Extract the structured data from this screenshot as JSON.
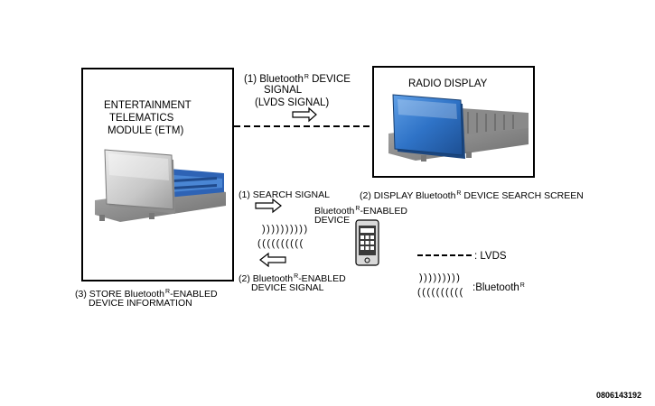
{
  "etm": {
    "title_lines": [
      "ENTERTAINMENT",
      "TELEMATICS",
      "MODULE (ETM)"
    ]
  },
  "radio": {
    "title": "RADIO DISPLAY"
  },
  "registered_mark": "R",
  "signal_top": {
    "line1": "(1) Bluetooth",
    "line1_tail": " DEVICE",
    "line2": "SIGNAL",
    "line3": "(LVDS SIGNAL)"
  },
  "search_signal": {
    "label": "(1) SEARCH SIGNAL"
  },
  "display_search": {
    "prefix": "(2) DISPLAY Bluetooth",
    "tail": " DEVICE SEARCH SCREEN"
  },
  "device": {
    "line1": "Bluetooth",
    "line1_tail": "-ENABLED",
    "line2": "DEVICE"
  },
  "device_signal": {
    "line1": "(2) Bluetooth",
    "line1_tail": "-ENABLED",
    "line2": "DEVICE SIGNAL"
  },
  "store_info": {
    "line1": "(3)  STORE Bluetooth",
    "line1_tail": "-ENABLED",
    "line2": "DEVICE INFORMATION"
  },
  "legend": {
    "lvds_label": ": LVDS",
    "bluetooth_label": ":Bluetooth",
    "wave_out": ")))))))))",
    "wave_in": "(((((((((("
  },
  "waves": {
    "upper": "))))))))))",
    "lower": "(((((((((("
  },
  "figure_id": "0806143192"
}
